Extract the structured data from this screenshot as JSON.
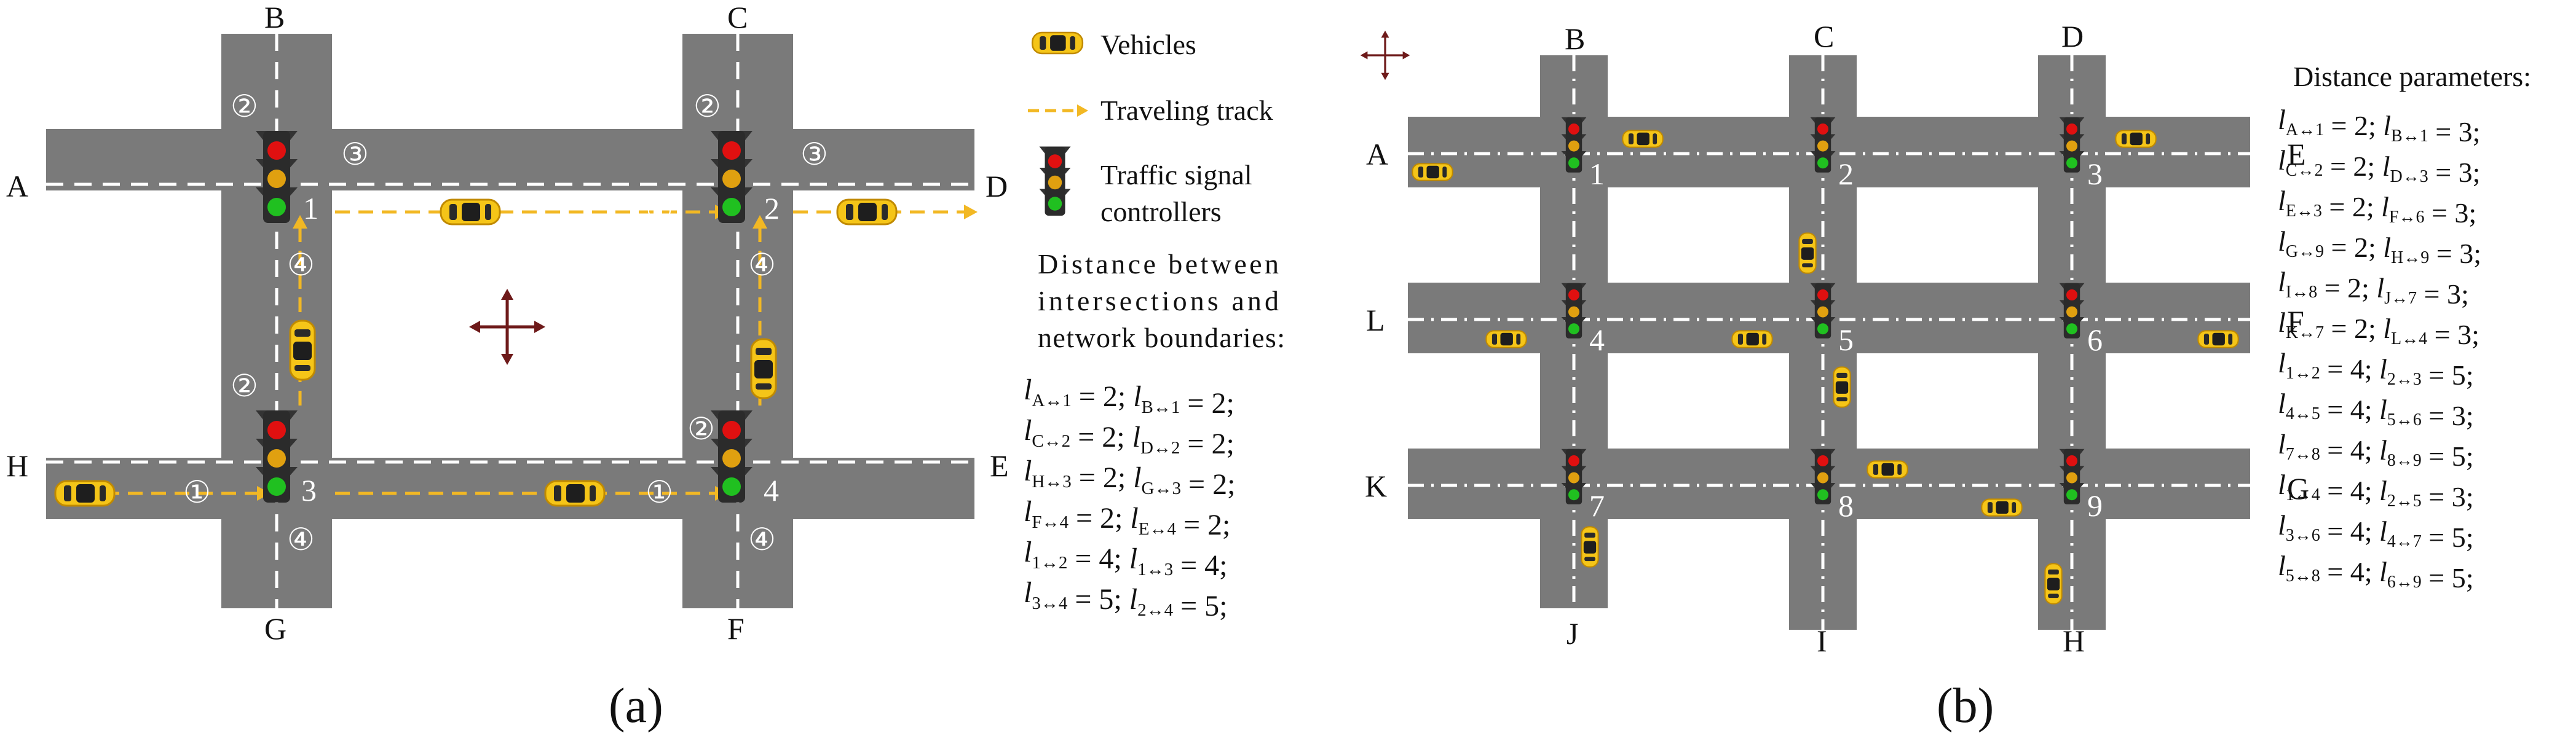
{
  "panel_a": {
    "caption": "(a)",
    "boundaries": {
      "A": "A",
      "B": "B",
      "C": "C",
      "D": "D",
      "E": "E",
      "F": "F",
      "G": "G",
      "H": "H"
    },
    "intersections": [
      "1",
      "2",
      "3",
      "4"
    ],
    "lane_marks": [
      "①",
      "②",
      "③",
      "④"
    ],
    "legend": {
      "vehicles": "Vehicles",
      "track": "Traveling track",
      "signal_line1": "Traffic signal",
      "signal_line2": "controllers"
    },
    "distance_heading": [
      "Distance between",
      "intersections and",
      "network boundaries:"
    ],
    "distances": [
      {
        "a": "A↔1",
        "av": "2",
        "b": "B↔1",
        "bv": "2"
      },
      {
        "a": "C↔2",
        "av": "2",
        "b": "D↔2",
        "bv": "2"
      },
      {
        "a": "H↔3",
        "av": "2",
        "b": "G↔3",
        "bv": "2"
      },
      {
        "a": "F↔4",
        "av": "2",
        "b": "E↔4",
        "bv": "2"
      },
      {
        "a": "1↔2",
        "av": "4",
        "b": "1↔3",
        "bv": "4"
      },
      {
        "a": "3↔4",
        "av": "5",
        "b": "2↔4",
        "bv": "5"
      }
    ]
  },
  "panel_b": {
    "caption": "(b)",
    "boundaries": {
      "A": "A",
      "B": "B",
      "C": "C",
      "D": "D",
      "E": "E",
      "F": "F",
      "G": "G",
      "H": "H",
      "I": "I",
      "J": "J",
      "K": "K",
      "L": "L"
    },
    "intersections": [
      "1",
      "2",
      "3",
      "4",
      "5",
      "6",
      "7",
      "8",
      "9"
    ],
    "distance_heading": "Distance parameters:",
    "distances": [
      {
        "a": "A↔1",
        "av": "2",
        "b": "B↔1",
        "bv": "3"
      },
      {
        "a": "C↔2",
        "av": "2",
        "b": "D↔3",
        "bv": "3"
      },
      {
        "a": "E↔3",
        "av": "2",
        "b": "F↔6",
        "bv": "3"
      },
      {
        "a": "G↔9",
        "av": "2",
        "b": "H↔9",
        "bv": "3"
      },
      {
        "a": "I↔8",
        "av": "2",
        "b": "J↔7",
        "bv": "3"
      },
      {
        "a": "K↔7",
        "av": "2",
        "b": "L↔4",
        "bv": "3"
      },
      {
        "a": "1↔2",
        "av": "4",
        "b": "2↔3",
        "bv": "5"
      },
      {
        "a": "4↔5",
        "av": "4",
        "b": "5↔6",
        "bv": "3"
      },
      {
        "a": "7↔8",
        "av": "4",
        "b": "8↔9",
        "bv": "5"
      },
      {
        "a": "1↔4",
        "av": "4",
        "b": "2↔5",
        "bv": "3"
      },
      {
        "a": "3↔6",
        "av": "4",
        "b": "4↔7",
        "bv": "5"
      },
      {
        "a": "5↔8",
        "av": "4",
        "b": "6↔9",
        "bv": "5"
      }
    ]
  },
  "colors": {
    "road": "#7a7a7a",
    "lane_marking": "#ffffff",
    "track": "#f2b824",
    "vehicle": "#f5c518",
    "signal_red": "#e01010",
    "signal_amber": "#e0a010",
    "signal_green": "#20c020",
    "compass": "#6e1a1a"
  },
  "icons": {
    "vehicle": "car-icon",
    "signal": "traffic-light-icon",
    "compass": "compass-icon",
    "track": "arrow-dashed-icon"
  }
}
